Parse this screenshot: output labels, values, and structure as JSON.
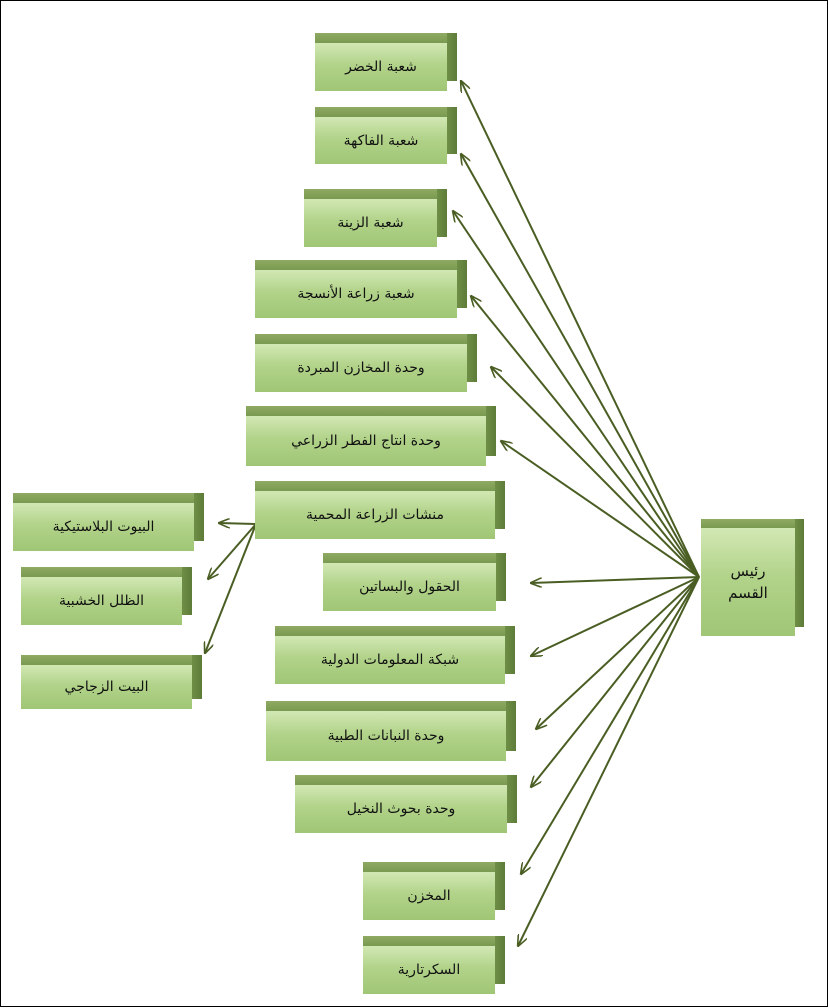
{
  "root": {
    "line1": "رئيس",
    "line2": "القسم"
  },
  "units": [
    {
      "key": "veg",
      "label": "شعبة الخضر"
    },
    {
      "key": "fruit",
      "label": "شعبة الفاكهة"
    },
    {
      "key": "ornamental",
      "label": "شعبة الزينة"
    },
    {
      "key": "tissue",
      "label": "شعبة زراعة الأنسجة"
    },
    {
      "key": "coldstore",
      "label": "وحدة المخازن المبردة"
    },
    {
      "key": "mushroom",
      "label": "وحدة انتاج الفطر الزراعي"
    },
    {
      "key": "protected",
      "label": "منشات الزراعة المحمية"
    },
    {
      "key": "fields",
      "label": "الحقول والبساتين"
    },
    {
      "key": "network",
      "label": "شبكة  المعلومات الدولية"
    },
    {
      "key": "medicinal",
      "label": "وحدة النبانات الطبية"
    },
    {
      "key": "palm",
      "label": "وحدة بحوث النخيل"
    },
    {
      "key": "store",
      "label": "المخزن"
    },
    {
      "key": "secretary",
      "label": "السكرتارية"
    }
  ],
  "protected_children": [
    {
      "key": "plastic",
      "label": "البيوت البلاستيكية"
    },
    {
      "key": "wood",
      "label": "الظلل الخشبية"
    },
    {
      "key": "glass",
      "label": "البيت الزجاجي"
    }
  ],
  "colors": {
    "arrow": "#4a5e24",
    "face_top": "#d2e8b4",
    "face_bottom": "#9fc675",
    "top": "#7a9a50",
    "side": "#5d7c38"
  }
}
